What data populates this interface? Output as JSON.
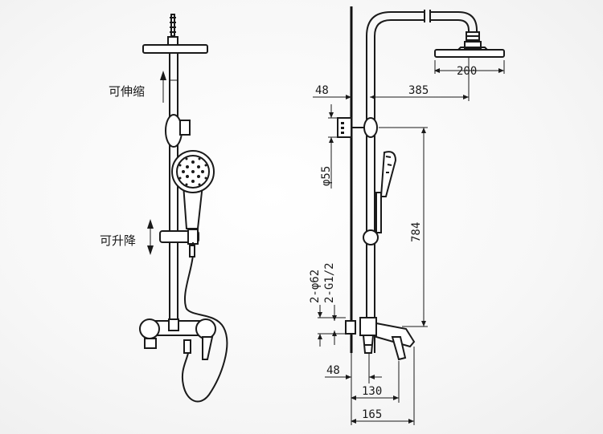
{
  "labels": {
    "telescopic": "可伸缩",
    "liftable": "可升降"
  },
  "dimensions": {
    "head_diameter": "200",
    "wall_offset": "48",
    "arm_reach": "385",
    "bracket_diameter": "φ55",
    "rail_height": "784",
    "inlet_diameter": "2-φ62",
    "inlet_thread": "2-G1/2",
    "mixer_offset": "48",
    "spout_base": "130",
    "spout_reach": "165"
  }
}
